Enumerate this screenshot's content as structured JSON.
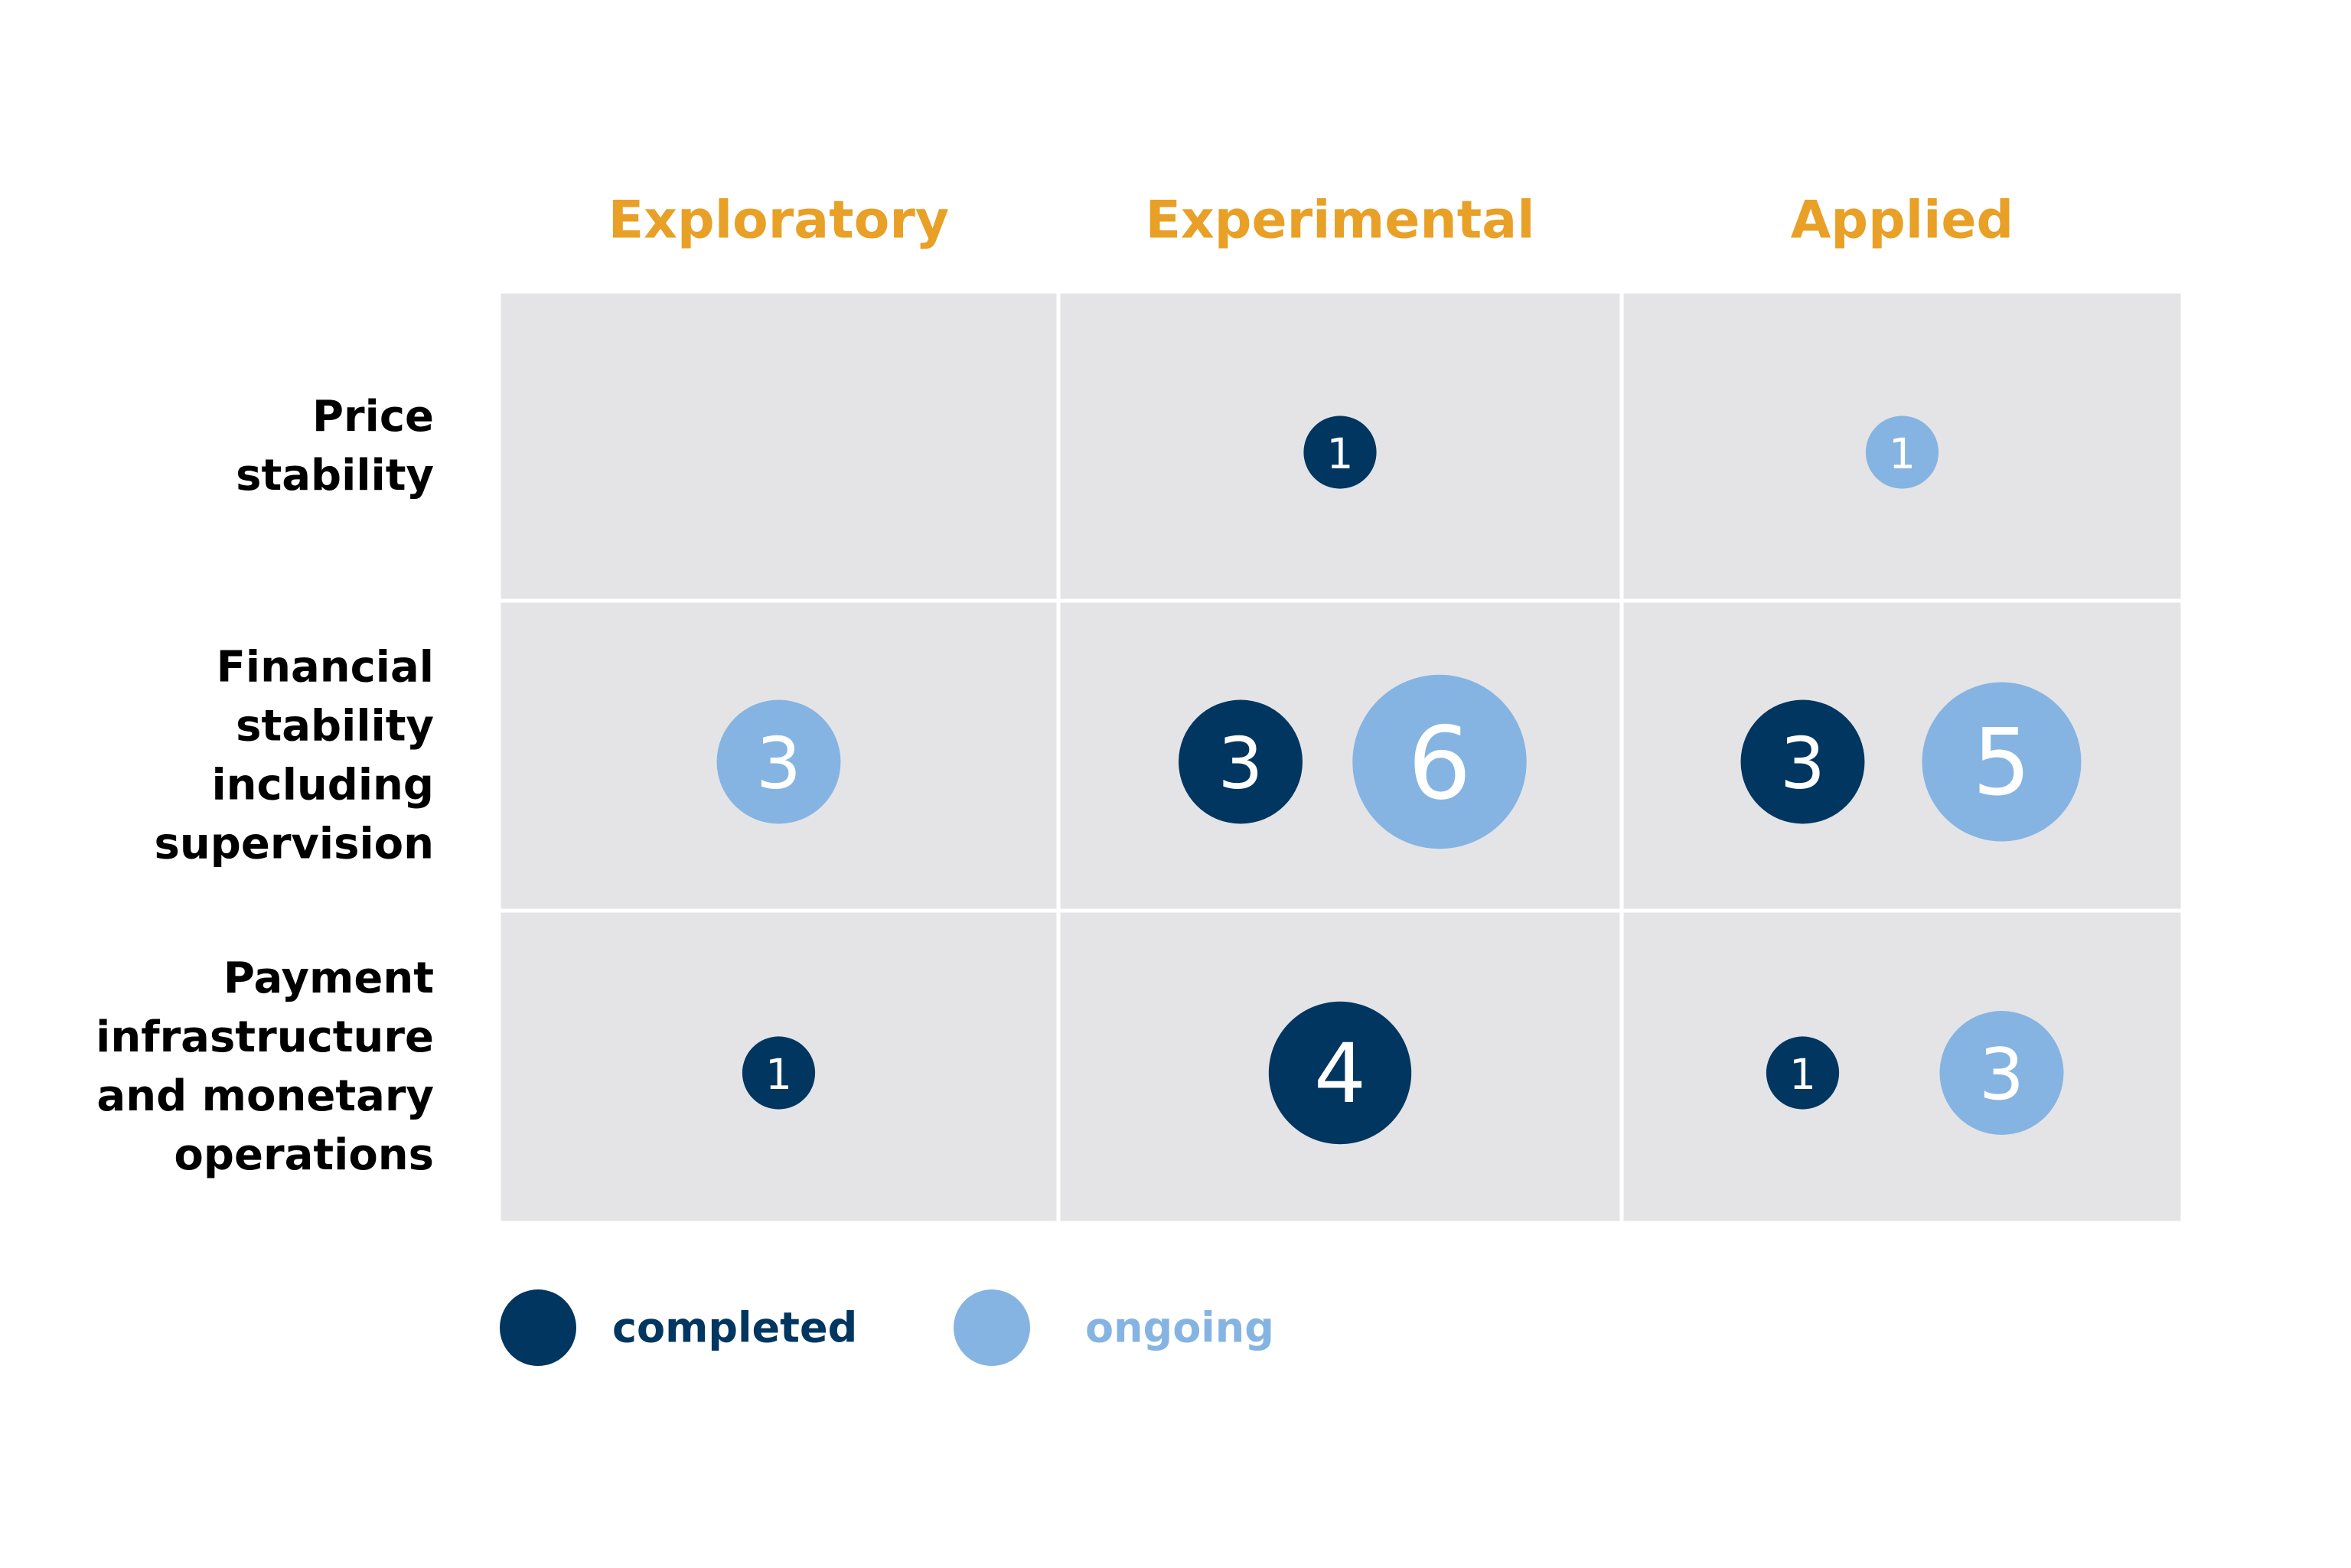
{
  "chart_data": {
    "type": "bubble-matrix",
    "columns": [
      "Exploratory",
      "Experimental",
      "Applied"
    ],
    "rows": [
      [
        "Price",
        "stability"
      ],
      [
        "Financial",
        "stability",
        "including",
        "supervision"
      ],
      [
        "Payment",
        "infrastructure",
        "and monetary",
        "operations"
      ]
    ],
    "series": [
      {
        "name": "completed",
        "color": "#003660",
        "values": [
          [
            null,
            1,
            null
          ],
          [
            null,
            3,
            3
          ],
          [
            1,
            4,
            1
          ]
        ]
      },
      {
        "name": "ongoing",
        "color": "#85b4e2",
        "values": [
          [
            null,
            null,
            1
          ],
          [
            3,
            6,
            5
          ],
          [
            null,
            null,
            3
          ]
        ]
      }
    ],
    "legend": {
      "position": "bottom-left"
    },
    "colors": {
      "header": "#e8a027",
      "cell_background": "#e4e4e6",
      "grid_line": "#ffffff",
      "row_label": "#000000"
    }
  }
}
